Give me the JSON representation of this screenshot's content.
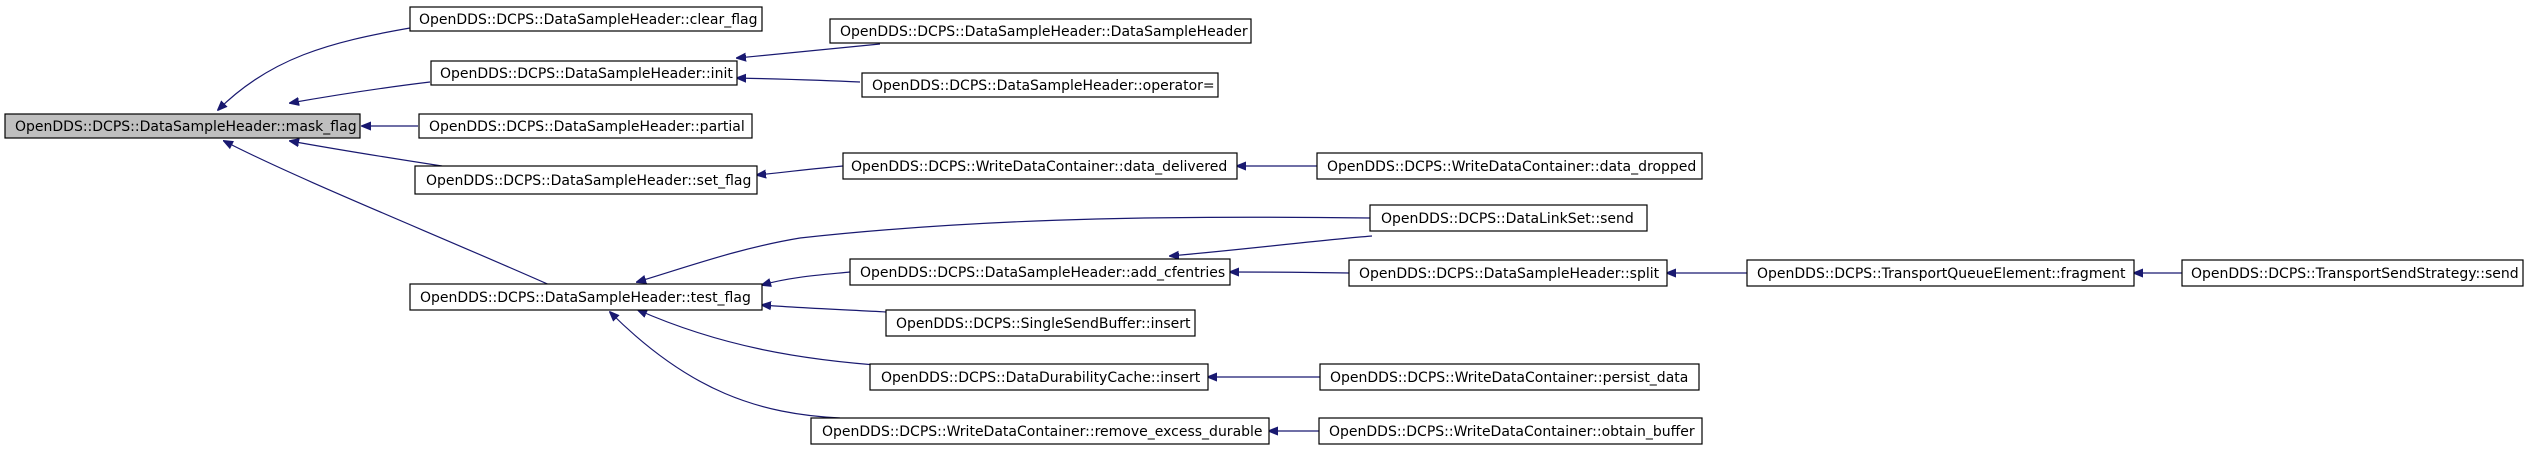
{
  "graph": {
    "nodes": {
      "mask_flag": "OpenDDS::DCPS::DataSampleHeader::mask_flag",
      "clear_flag": "OpenDDS::DCPS::DataSampleHeader::clear_flag",
      "init": "OpenDDS::DCPS::DataSampleHeader::init",
      "ctor": "OpenDDS::DCPS::DataSampleHeader::DataSampleHeader",
      "op_assign": "OpenDDS::DCPS::DataSampleHeader::operator=",
      "partial": "OpenDDS::DCPS::DataSampleHeader::partial",
      "set_flag": "OpenDDS::DCPS::DataSampleHeader::set_flag",
      "data_delivered": "OpenDDS::DCPS::WriteDataContainer::data_delivered",
      "data_dropped": "OpenDDS::DCPS::WriteDataContainer::data_dropped",
      "dls_send": "OpenDDS::DCPS::DataLinkSet::send",
      "add_cfentries": "OpenDDS::DCPS::DataSampleHeader::add_cfentries",
      "split": "OpenDDS::DCPS::DataSampleHeader::split",
      "fragment": "OpenDDS::DCPS::TransportQueueElement::fragment",
      "tss_send": "OpenDDS::DCPS::TransportSendStrategy::send",
      "test_flag": "OpenDDS::DCPS::DataSampleHeader::test_flag",
      "ssb_insert": "OpenDDS::DCPS::SingleSendBuffer::insert",
      "ddc_insert": "OpenDDS::DCPS::DataDurabilityCache::insert",
      "persist_data": "OpenDDS::DCPS::WriteDataContainer::persist_data",
      "remove_excess": "OpenDDS::DCPS::WriteDataContainer::remove_excess_durable",
      "obtain_buffer": "OpenDDS::DCPS::WriteDataContainer::obtain_buffer"
    },
    "edges": [
      [
        "clear_flag",
        "mask_flag"
      ],
      [
        "init",
        "mask_flag"
      ],
      [
        "partial",
        "mask_flag"
      ],
      [
        "set_flag",
        "mask_flag"
      ],
      [
        "test_flag",
        "mask_flag"
      ],
      [
        "ctor",
        "init"
      ],
      [
        "op_assign",
        "init"
      ],
      [
        "data_delivered",
        "set_flag"
      ],
      [
        "data_dropped",
        "data_delivered"
      ],
      [
        "dls_send",
        "test_flag"
      ],
      [
        "add_cfentries",
        "test_flag"
      ],
      [
        "ssb_insert",
        "test_flag"
      ],
      [
        "ddc_insert",
        "test_flag"
      ],
      [
        "remove_excess",
        "test_flag"
      ],
      [
        "dls_send",
        "add_cfentries"
      ],
      [
        "split",
        "add_cfentries"
      ],
      [
        "fragment",
        "split"
      ],
      [
        "tss_send",
        "fragment"
      ],
      [
        "persist_data",
        "ddc_insert"
      ],
      [
        "obtain_buffer",
        "remove_excess"
      ]
    ]
  }
}
